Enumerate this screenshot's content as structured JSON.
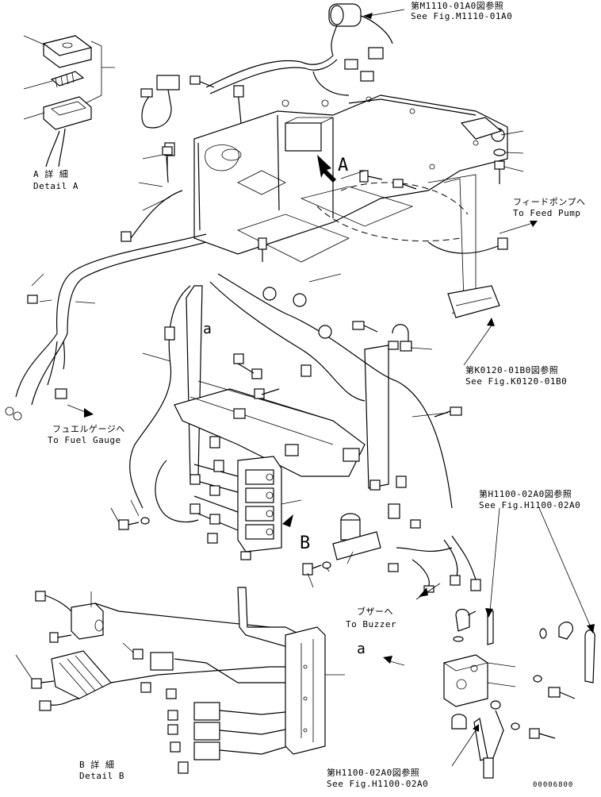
{
  "refs": {
    "m1110_jp": "第M1110-01A0図参照",
    "m1110_en": "See Fig.M1110-01A0",
    "k0120_jp": "第K0120-01B0図参照",
    "k0120_en": "See Fig.K0120-01B0",
    "h1100_top_jp": "第H1100-02A0図参照",
    "h1100_top_en": "See Fig.H1100-02A0",
    "h1100_bot_jp": "第H1100-02A0図参照",
    "h1100_bot_en": "See Fig.H1100-02A0"
  },
  "destinations": {
    "feed_pump_jp": "フィードポンプへ",
    "feed_pump_en": "To Feed Pump",
    "fuel_gauge_jp": "フュエルゲージへ",
    "fuel_gauge_en": "To Fuel Gauge",
    "buzzer_jp": "ブザーへ",
    "buzzer_en": "To Buzzer"
  },
  "details": {
    "a_jp": "A 詳 細",
    "a_en": "Detail A",
    "b_jp": "B 詳 細",
    "b_en": "Detail B"
  },
  "markers": {
    "a_upper": "A",
    "b_upper": "B",
    "a_lower_1": "a",
    "a_lower_2": "a"
  },
  "drawing_number": "00006800"
}
